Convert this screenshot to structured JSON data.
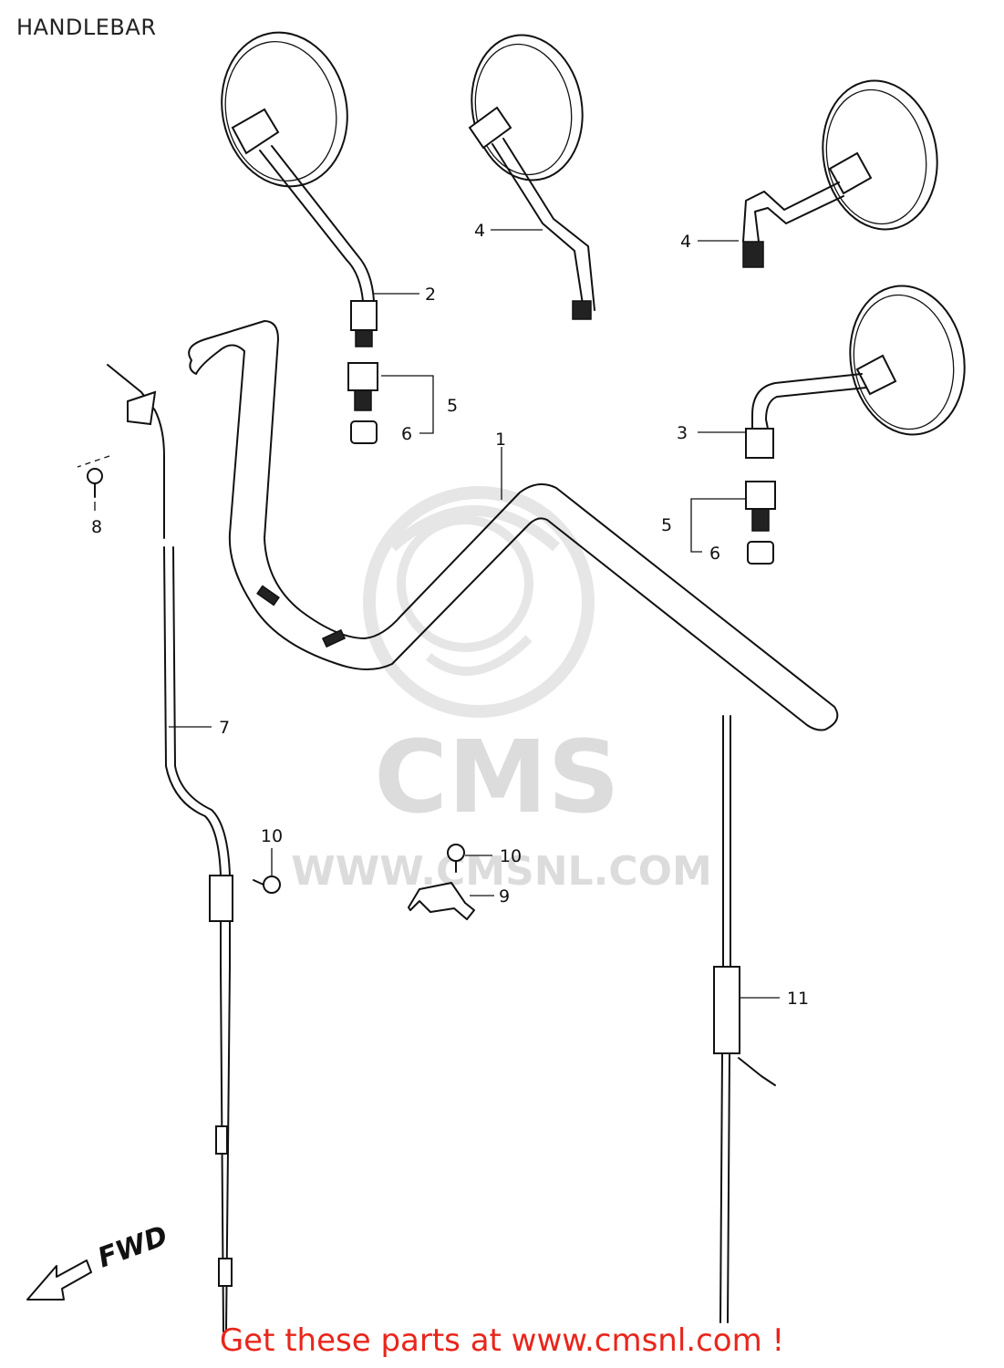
{
  "title": "HANDLEBAR",
  "footer_link": "Get these parts at www.cmsnl.com !",
  "watermark": {
    "logo_text": "CMS",
    "url_text": "WWW.CMSNL.COM"
  },
  "direction_label": "FWD",
  "callouts": [
    "1",
    "2",
    "3",
    "4",
    "4",
    "5",
    "5",
    "6",
    "6",
    "7",
    "8",
    "9",
    "10",
    "10",
    "11"
  ]
}
